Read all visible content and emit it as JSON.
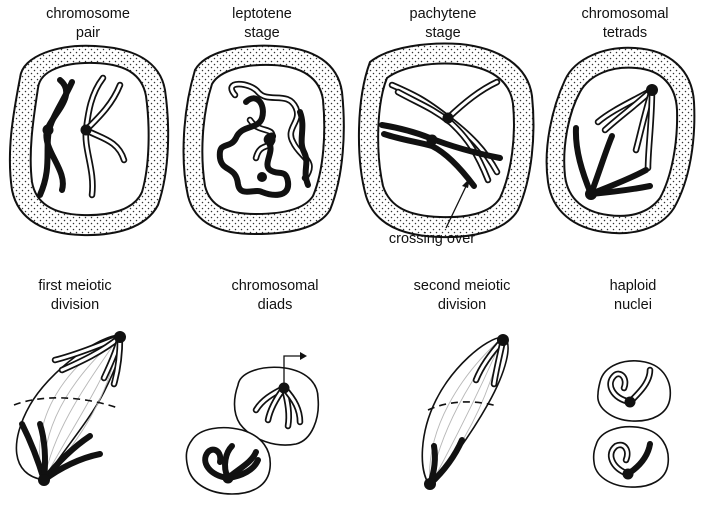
{
  "labels": {
    "chromosome_pair": [
      "chromosome",
      "pair"
    ],
    "leptotene": [
      "leptotene",
      "stage"
    ],
    "pachytene": [
      "pachytene",
      "stage"
    ],
    "tetrads": [
      "chromosomal",
      "tetrads"
    ],
    "first_division": [
      "first meiotic",
      "division"
    ],
    "diads": [
      "chromosomal",
      "diads"
    ],
    "second_division": [
      "second meiotic",
      "division"
    ],
    "haploid": [
      "haploid",
      "nuclei"
    ]
  },
  "annotations": {
    "crossing_over": "crossing over"
  },
  "colors": {
    "ink": "#111111",
    "background": "#ffffff",
    "spindle_fibers": "#b8b8b8"
  }
}
